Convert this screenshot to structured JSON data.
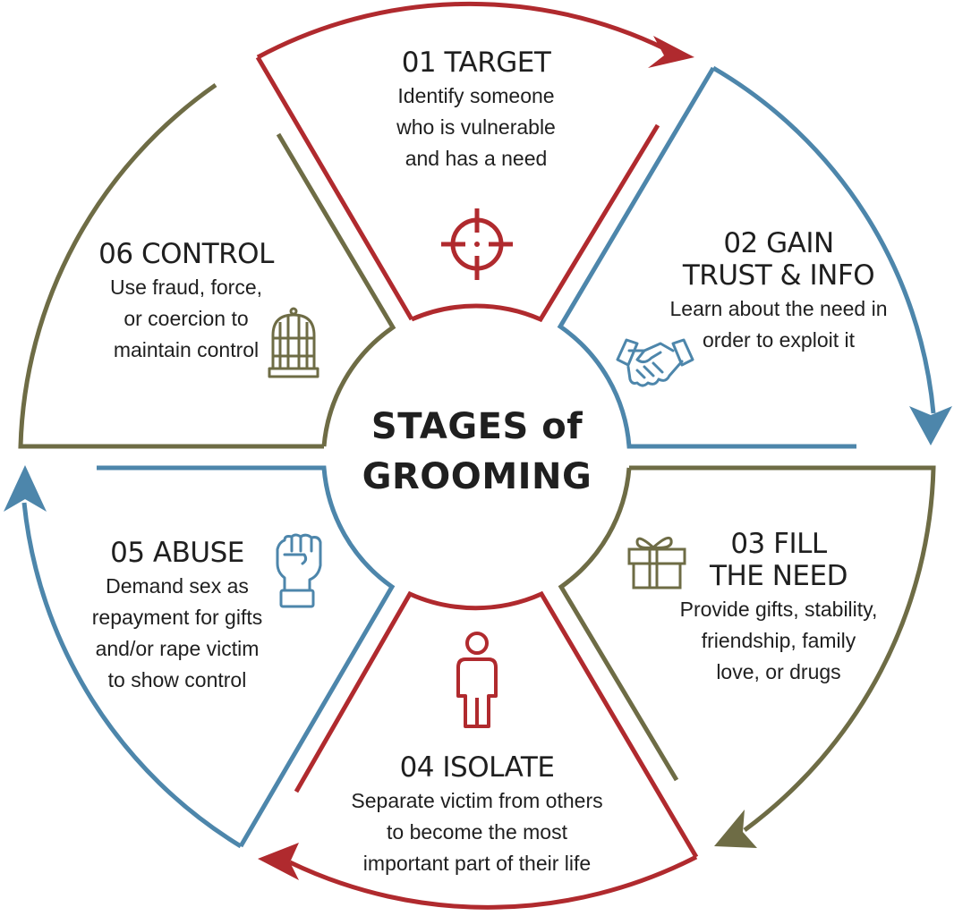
{
  "center": {
    "line1": "STAGES of",
    "line2": "GROOMING"
  },
  "stages": [
    {
      "number": "01",
      "title_lines": [
        "01 TARGET"
      ],
      "description": "Identify someone\nwho is vulnerable\nand has a need",
      "icon": "crosshair-icon",
      "color": "#b02a2e"
    },
    {
      "number": "02",
      "title_lines": [
        "02 GAIN",
        "TRUST & INFO"
      ],
      "description": "Learn about the need in\norder to exploit it",
      "icon": "handshake-icon",
      "color": "#4d86ab"
    },
    {
      "number": "03",
      "title_lines": [
        "03 FILL",
        "THE NEED"
      ],
      "description": "Provide gifts, stability,\nfriendship, family\nlove, or drugs",
      "icon": "gift-icon",
      "color": "#6e6c45"
    },
    {
      "number": "04",
      "title_lines": [
        "04 ISOLATE"
      ],
      "description": "Separate victim from others\nto become the most\nimportant part of their life",
      "icon": "person-icon",
      "color": "#b02a2e"
    },
    {
      "number": "05",
      "title_lines": [
        "05 ABUSE"
      ],
      "description": "Demand sex as\nrepayment for gifts\nand/or rape victim\nto show control",
      "icon": "fist-icon",
      "color": "#4d86ab"
    },
    {
      "number": "06",
      "title_lines": [
        "06 CONTROL"
      ],
      "description": "Use fraud, force,\nor coercion to\nmaintain control",
      "icon": "birdcage-icon",
      "color": "#6e6c45"
    }
  ],
  "colors": {
    "red": "#b02a2e",
    "blue": "#4d86ab",
    "olive": "#6e6c45",
    "text": "#1f1f1f"
  }
}
